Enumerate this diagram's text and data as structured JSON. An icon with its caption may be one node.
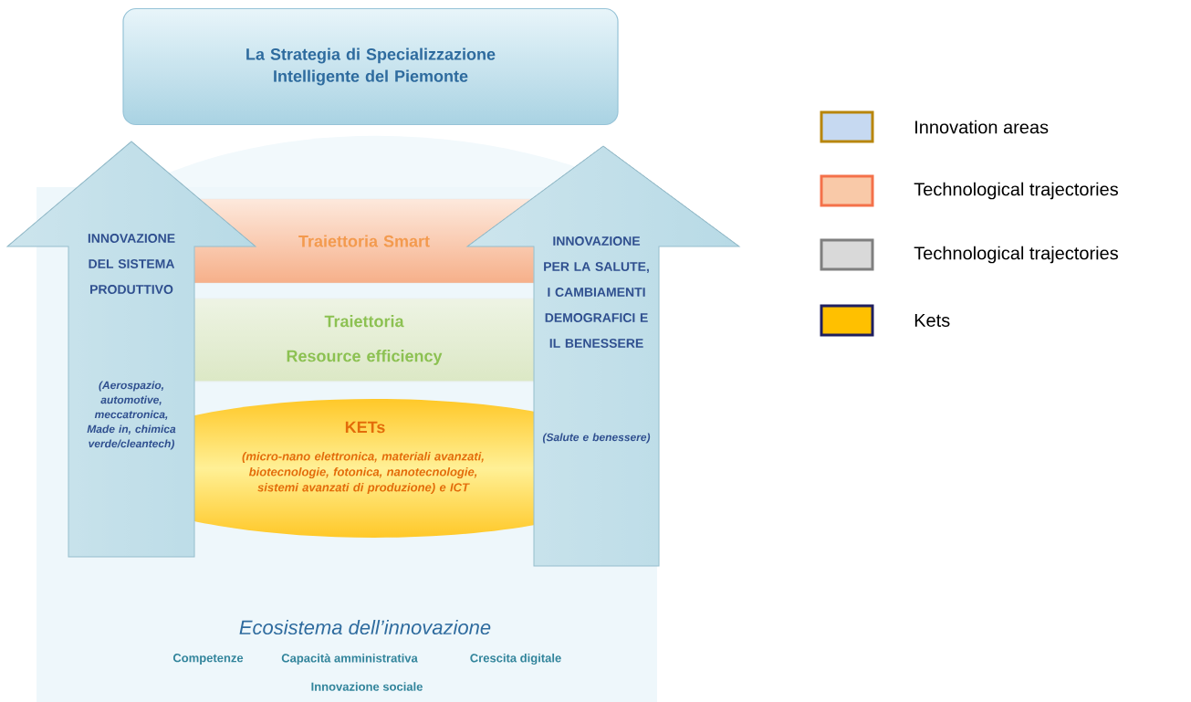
{
  "diagram": {
    "nodes": [
      {
        "text": [
          "La Strategia di Specializzazione Intelligente del Piemonte"
        ]
      },
      {
        "text": [
          "Ecosistema dell’innovazione",
          "Competenze",
          "Capacità amministrativa",
          "Crescita digitale",
          "Innovazione sociale"
        ]
      },
      {
        "text": [
          "INNOVAZIONE DEL SISTEMA PRODUTTIVO",
          "(Aerospazio, automotive, meccatronica, Made in, chimica verde/cleantech)"
        ]
      },
      {
        "text": [
          "Traiettoria Smart"
        ],
        "in": 1
      },
      {
        "text": [
          "Traiettoria Resource efficiency"
        ],
        "in": 1
      },
      {
        "text": [
          "KETs",
          "(micro-nano elettronica, materiali avanzati, biotecnologie, fotonica, nanotecnologie, sistemi avanzati di produzione) e ICT"
        ],
        "in": 1
      },
      {
        "text": [
          "INNOVAZIONE PER LA SALUTE, I CAMBIAMENTI DEMOGRAFICI E IL BENESSERE",
          "(Salute e benessere)"
        ]
      }
    ],
    "legend": [
      {
        "text": "Innovation areas",
        "color": "#c6d9f1"
      },
      {
        "text": "Technological trajectories",
        "color": "#f9c9a8"
      },
      {
        "text": "Technological trajectories",
        "color": "#d9d9d9"
      },
      {
        "text": "Kets",
        "color": "#ffc000"
      }
    ]
  }
}
